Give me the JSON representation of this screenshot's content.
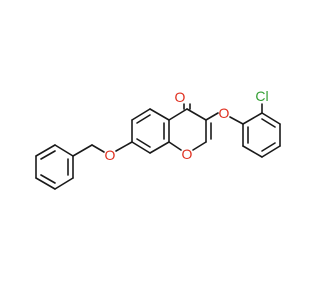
{
  "molecule": {
    "atoms": {
      "carbonyl_oxygen": {
        "symbol": "O",
        "color": "#e03020"
      },
      "ring_oxygen": {
        "symbol": "O",
        "color": "#e03020"
      },
      "ether_oxygen_aryl": {
        "symbol": "O",
        "color": "#e03020"
      },
      "ether_oxygen_benzyl": {
        "symbol": "O",
        "color": "#e03020"
      },
      "chlorine": {
        "symbol": "Cl",
        "color": "#35a035"
      }
    },
    "bond_color": "#1a1a1a"
  }
}
